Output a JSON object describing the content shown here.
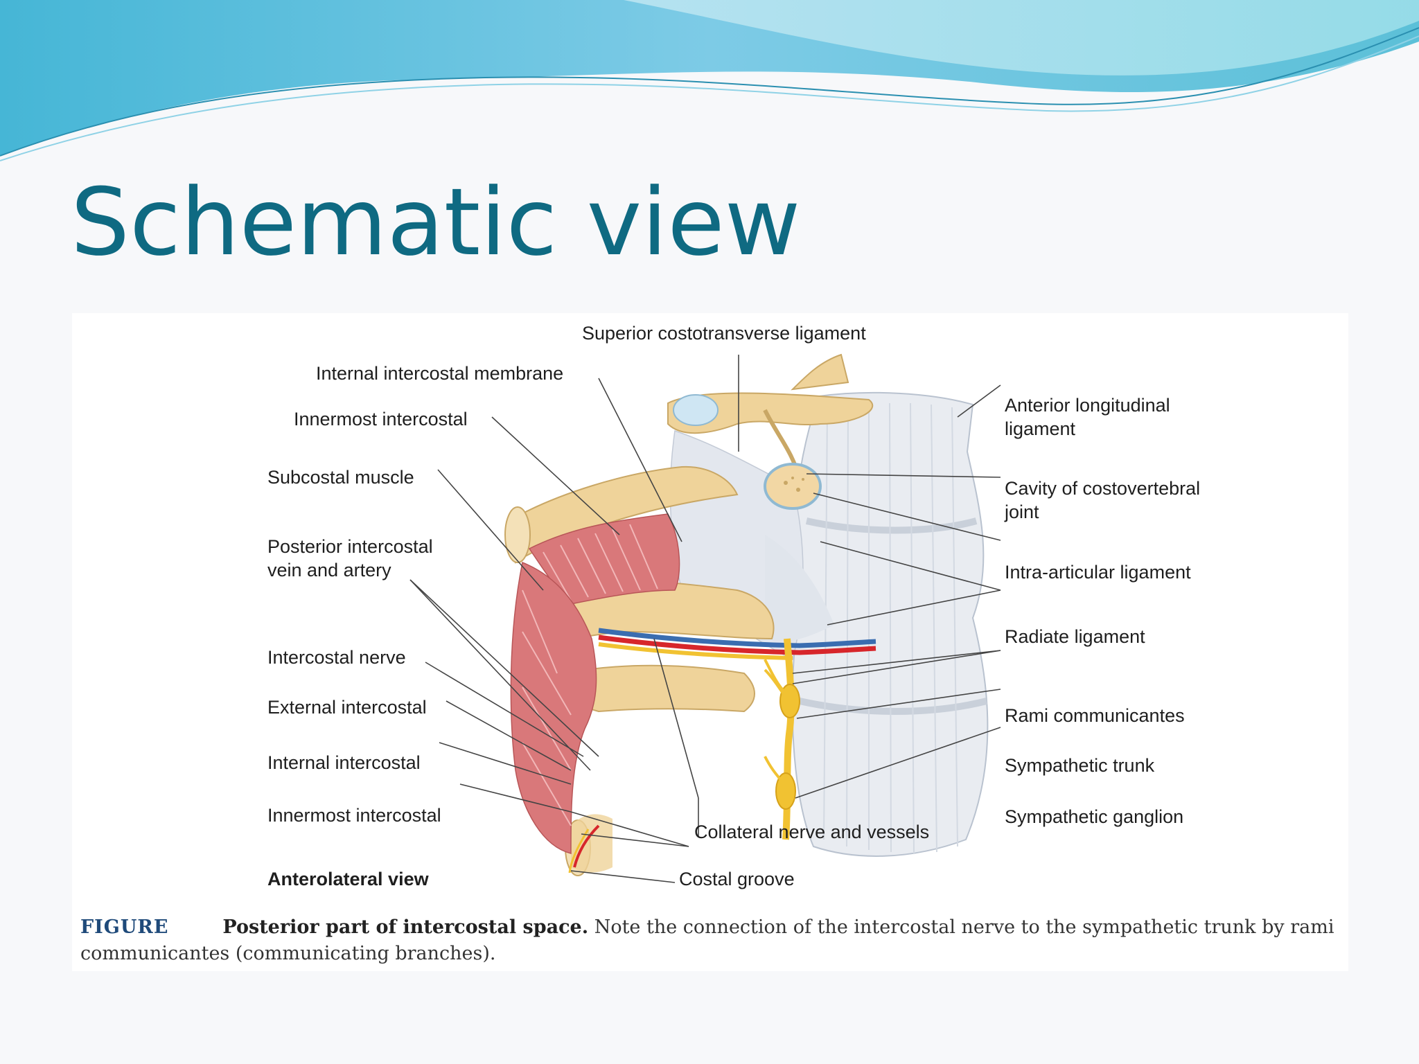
{
  "slide": {
    "title": "Schematic view"
  },
  "figure": {
    "labels": {
      "superior_costotransverse_ligament": "Superior costotransverse ligament",
      "internal_intercostal_membrane": "Internal intercostal membrane",
      "innermost_intercostal_top": "Innermost intercostal",
      "subcostal_muscle": "Subcostal muscle",
      "posterior_intercostal_vein_artery_1": "Posterior intercostal",
      "posterior_intercostal_vein_artery_2": "vein and artery",
      "intercostal_nerve": "Intercostal nerve",
      "external_intercostal": "External intercostal",
      "internal_intercostal": "Internal intercostal",
      "innermost_intercostal_bottom": "Innermost intercostal",
      "anterolateral_view": "Anterolateral view",
      "anterior_longitudinal_ligament_1": "Anterior longitudinal",
      "anterior_longitudinal_ligament_2": "ligament",
      "cavity_costovertebral_joint_1": "Cavity of costovertebral",
      "cavity_costovertebral_joint_2": "joint",
      "intra_articular_ligament": "Intra-articular ligament",
      "radiate_ligament": "Radiate ligament",
      "rami_communicantes": "Rami communicantes",
      "sympathetic_trunk": "Sympathetic trunk",
      "sympathetic_ganglion": "Sympathetic ganglion",
      "collateral_nerve_vessels": "Collateral nerve and vessels",
      "costal_groove": "Costal groove"
    },
    "caption": {
      "figure_word": "FIGURE",
      "title": "Posterior part of intercostal space.",
      "text": " Note the connection of the intercostal nerve to the sympathetic trunk by rami communicantes (communicating branches)."
    },
    "colors": {
      "title": "#0f6a82",
      "bone": "#efd39a",
      "muscle": "#d9787a",
      "ligament": "#e9ecf1",
      "nerve": "#f1c232",
      "artery": "#d7262b",
      "vein": "#3a6db0",
      "caption_figure": "#1f4a7a"
    }
  }
}
